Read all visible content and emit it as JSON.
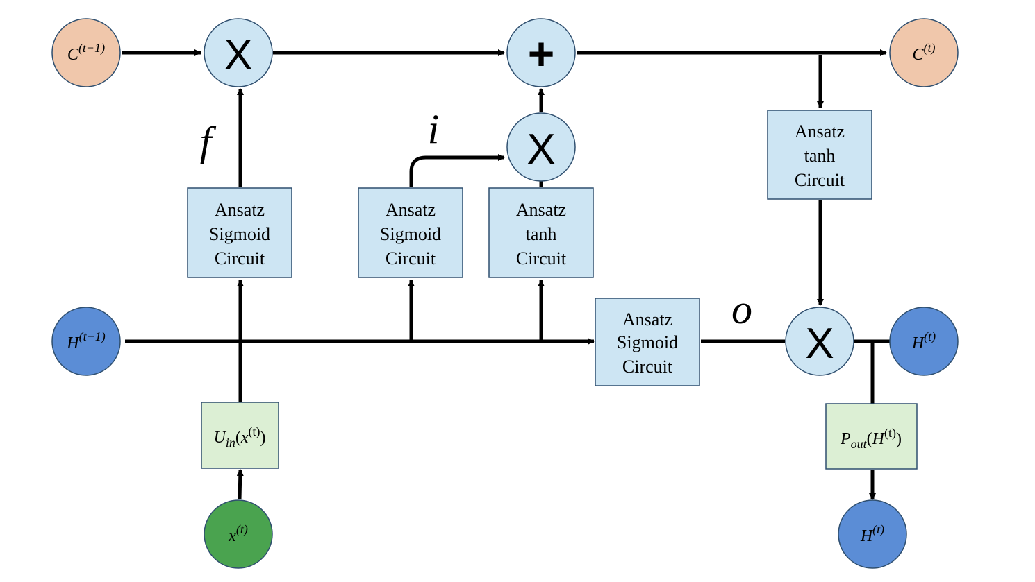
{
  "colors": {
    "cell_state": "#f0c7ab",
    "hidden_state": "#5b8dd6",
    "input_node": "#4aa34f",
    "op_node": "#cde5f3",
    "circuit_box": "#cde5f3",
    "circuit_border": "#2f4f6f",
    "encoder_box": "#dcefd4",
    "line": "#000000"
  },
  "nodes": {
    "c_prev": {
      "base": "C",
      "sup": "(t−1)",
      "icon": "cell-state"
    },
    "c_next": {
      "base": "C",
      "sup": "(t)",
      "icon": "cell-state"
    },
    "h_prev": {
      "base": "H",
      "sup": "(t−1)",
      "icon": "hidden-state"
    },
    "h_next": {
      "base": "H",
      "sup": "(t)",
      "icon": "hidden-state"
    },
    "h_out": {
      "base": "H",
      "sup": "(t)",
      "icon": "hidden-state"
    },
    "x_in": {
      "base": "x",
      "sup": "(t)",
      "icon": "input"
    }
  },
  "operators": {
    "mul_forget": "X",
    "add_cell": "+",
    "mul_input": "X",
    "mul_output": "X"
  },
  "gate_labels": {
    "forget": "f",
    "input": "i",
    "output": "o"
  },
  "circuits": {
    "forget": [
      "Ansatz",
      "Sigmoid",
      "Circuit"
    ],
    "input": [
      "Ansatz",
      "Sigmoid",
      "Circuit"
    ],
    "candidate": [
      "Ansatz",
      "tanh",
      "Circuit"
    ],
    "output": [
      "Ansatz",
      "Sigmoid",
      "Circuit"
    ],
    "cell_tanh": [
      "Ansatz",
      "tanh",
      "Circuit"
    ]
  },
  "encoders": {
    "input": {
      "base": "U",
      "sub": "in",
      "arg_base": "x",
      "arg_sup": "(t)"
    },
    "output": {
      "base": "P",
      "sub": "out",
      "arg_base": "H",
      "arg_sup": "(t)"
    }
  }
}
